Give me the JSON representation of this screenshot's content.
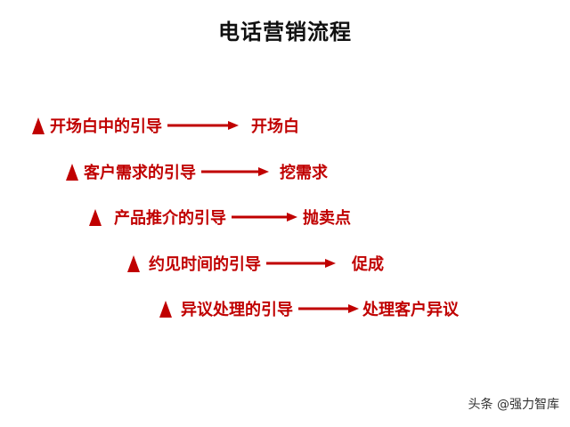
{
  "title": "电话营销流程",
  "colors": {
    "accent": "#c00000",
    "title": "#111111"
  },
  "steps": [
    {
      "label": "开场白中的引导",
      "result": "开场白",
      "marker_icon": "triangle-icon",
      "connector_icon": "arrow-right-icon"
    },
    {
      "label": "客户需求的引导",
      "result": "挖需求",
      "marker_icon": "triangle-icon",
      "connector_icon": "arrow-right-icon"
    },
    {
      "label": "产品推介的引导",
      "result": "抛卖点",
      "marker_icon": "triangle-icon",
      "connector_icon": "arrow-right-icon"
    },
    {
      "label": "约见时间的引导",
      "result": "促成",
      "marker_icon": "triangle-icon",
      "connector_icon": "arrow-right-icon"
    },
    {
      "label": "异议处理的引导",
      "result": "处理客户异议",
      "marker_icon": "triangle-icon",
      "connector_icon": "arrow-right-icon"
    }
  ],
  "watermark": "头条 @强力智库"
}
